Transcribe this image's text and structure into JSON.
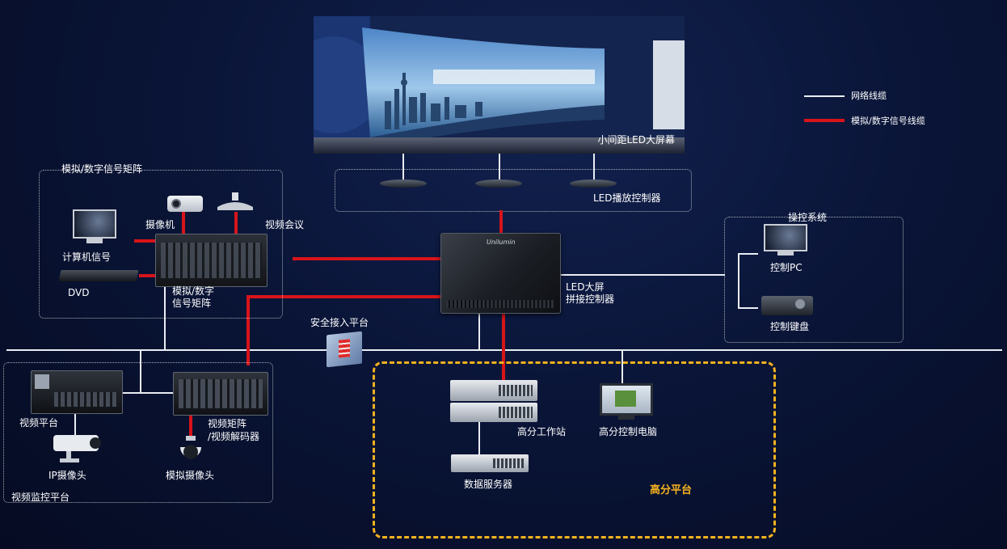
{
  "legend": {
    "network_cable": "网络线缆",
    "signal_cable": "模拟/数字信号线缆",
    "colors": {
      "network": "#e9edf3",
      "signal": "#d7141a",
      "highlight": "#f5b21f"
    }
  },
  "led_screen": {
    "label": "小间距LED大屏幕"
  },
  "led_controller": {
    "label": "LED播放控制器"
  },
  "splicer": {
    "label_line1": "LED大屏",
    "label_line2": "拼接控制器",
    "brand": "Unilumin"
  },
  "matrix_group": {
    "title": "模拟/数字信号矩阵",
    "camera": "摄像机",
    "video_conf": "视频会议",
    "computer": "计算机信号",
    "dvd": "DVD",
    "matrix_line1": "模拟/数字",
    "matrix_line2": "信号矩阵"
  },
  "control_group": {
    "title": "操控系统",
    "pc": "控制PC",
    "keyboard": "控制键盘"
  },
  "security": {
    "label": "安全接入平台"
  },
  "monitor_group": {
    "title": "视频监控平台",
    "video_platform": "视频平台",
    "ip_camera": "IP摄像头",
    "matrix_line1": "视频矩阵",
    "matrix_line2": "/视频解码器",
    "analog_camera": "模拟摄像头"
  },
  "hd_group": {
    "title": "高分平台",
    "workstation": "高分工作站",
    "control_pc": "高分控制电脑",
    "data_server": "数据服务器"
  }
}
